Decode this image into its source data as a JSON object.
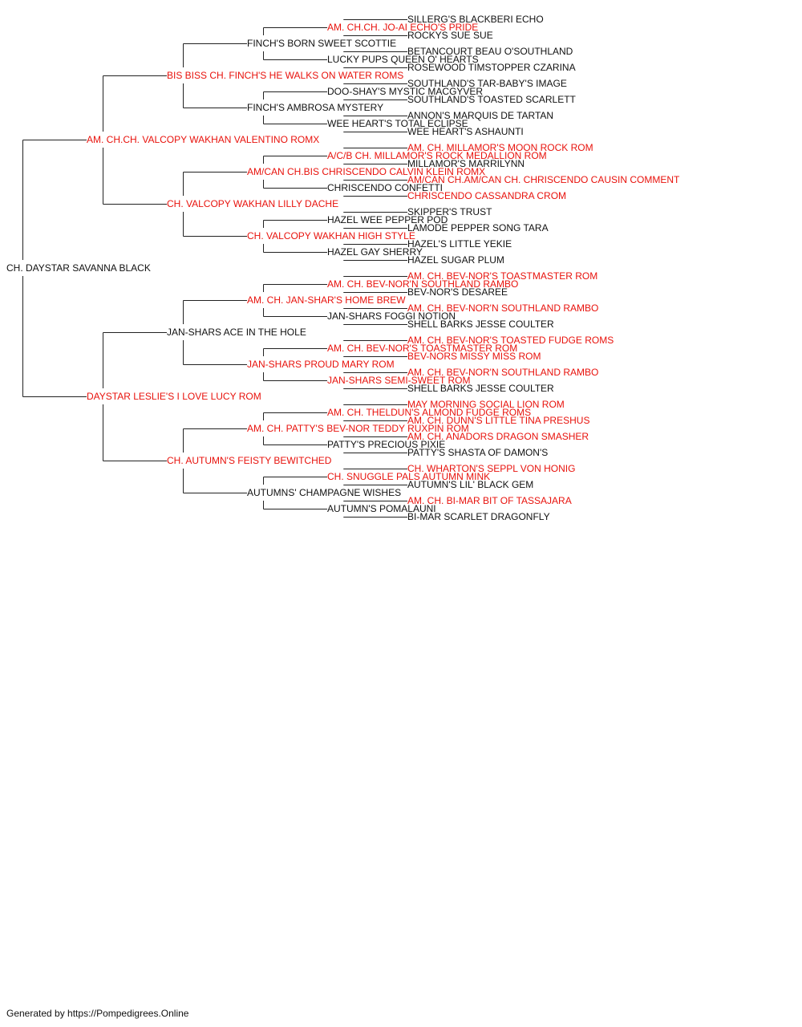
{
  "colors": {
    "champion": "#e8120c",
    "normal": "#111111",
    "line": "#222222"
  },
  "pedigree": {
    "name": "CH. DAYSTAR SAVANNA BLACK",
    "titled": false,
    "sire": {
      "name": "AM. CH.CH. VALCOPY WAKHAN VALENTINO ROMX",
      "titled": true,
      "sire": {
        "name": "BIS BISS CH. FINCH'S HE WALKS ON WATER ROMS",
        "titled": true,
        "sire": {
          "name": "FINCH'S BORN SWEET SCOTTIE",
          "titled": false,
          "sire": {
            "name": "AM. CH.CH. JO-AI ECHO'S PRIDE",
            "titled": true,
            "sire": {
              "name": "SILLERG'S BLACKBERI ECHO",
              "titled": false
            },
            "dam": {
              "name": "ROCKYS SUE SUE",
              "titled": false
            }
          },
          "dam": {
            "name": "LUCKY PUPS QUEEN O' HEARTS",
            "titled": false,
            "sire": {
              "name": "BETANCOURT BEAU O'SOUTHLAND",
              "titled": false
            },
            "dam": {
              "name": "ROSEWOOD TIMSTOPPER CZARINA",
              "titled": false
            }
          }
        },
        "dam": {
          "name": "FINCH'S AMBROSA MYSTERY",
          "titled": false,
          "sire": {
            "name": "DOO-SHAY'S MYSTIC MACGYVER",
            "titled": false,
            "sire": {
              "name": "SOUTHLAND'S TAR-BABY'S IMAGE",
              "titled": false
            },
            "dam": {
              "name": "SOUTHLAND'S TOASTED SCARLETT",
              "titled": false
            }
          },
          "dam": {
            "name": "WEE HEART'S TOTAL ECLIPSE",
            "titled": false,
            "sire": {
              "name": "ANNON'S MARQUIS DE TARTAN",
              "titled": false
            },
            "dam": {
              "name": "WEE HEART'S ASHAUNTI",
              "titled": false
            }
          }
        }
      },
      "dam": {
        "name": "CH. VALCOPY WAKHAN LILLY DACHE",
        "titled": true,
        "sire": {
          "name": "AM/CAN CH.BIS CHRISCENDO CALVIN KLEIN ROMX",
          "titled": true,
          "sire": {
            "name": "A/C/B CH. MILLAMOR'S ROCK MEDALLION ROM",
            "titled": true,
            "sire": {
              "name": "AM. CH. MILLAMOR'S MOON ROCK ROM",
              "titled": true
            },
            "dam": {
              "name": "MILLAMOR'S MARRILYNN",
              "titled": false
            }
          },
          "dam": {
            "name": "CHRISCENDO CONFETTI",
            "titled": false,
            "sire": {
              "name": "AM/CAN CH.AM/CAN CH. CHRISCENDO CAUSIN COMMENT",
              "titled": true
            },
            "dam": {
              "name": "CHRISCENDO CASSANDRA CROM",
              "titled": true
            }
          }
        },
        "dam": {
          "name": "CH. VALCOPY WAKHAN HIGH STYLE",
          "titled": true,
          "sire": {
            "name": "HAZEL WEE PEPPER POD",
            "titled": false,
            "sire": {
              "name": "SKIPPER'S TRUST",
              "titled": false
            },
            "dam": {
              "name": "LAMODE PEPPER SONG TARA",
              "titled": false
            }
          },
          "dam": {
            "name": "HAZEL GAY SHERRY",
            "titled": false,
            "sire": {
              "name": "HAZEL'S LITTLE YEKIE",
              "titled": false
            },
            "dam": {
              "name": "HAZEL SUGAR PLUM",
              "titled": false
            }
          }
        }
      }
    },
    "dam": {
      "name": "DAYSTAR LESLIE'S I LOVE LUCY ROM",
      "titled": true,
      "sire": {
        "name": "JAN-SHARS ACE IN THE HOLE",
        "titled": false,
        "sire": {
          "name": "AM. CH. JAN-SHAR'S HOME BREW",
          "titled": true,
          "sire": {
            "name": "AM. CH. BEV-NOR'N SOUTHLAND RAMBO",
            "titled": true,
            "sire": {
              "name": "AM. CH. BEV-NOR'S TOASTMASTER ROM",
              "titled": true
            },
            "dam": {
              "name": "BEV-NOR'S DESAREE",
              "titled": false
            }
          },
          "dam": {
            "name": "JAN-SHARS FOGGI NOTION",
            "titled": false,
            "sire": {
              "name": "AM. CH. BEV-NOR'N SOUTHLAND RAMBO",
              "titled": true
            },
            "dam": {
              "name": "SHELL BARKS JESSE COULTER",
              "titled": false
            }
          }
        },
        "dam": {
          "name": "JAN-SHARS PROUD MARY ROM",
          "titled": true,
          "sire": {
            "name": "AM. CH. BEV-NOR'S TOASTMASTER ROM",
            "titled": true,
            "sire": {
              "name": "AM. CH. BEV-NOR'S TOASTED FUDGE ROMS",
              "titled": true
            },
            "dam": {
              "name": "BEV-NORS MISSY MISS ROM",
              "titled": true
            }
          },
          "dam": {
            "name": "JAN-SHARS SEMI-SWEET ROM",
            "titled": true,
            "sire": {
              "name": "AM. CH. BEV-NOR'N SOUTHLAND RAMBO",
              "titled": true
            },
            "dam": {
              "name": "SHELL BARKS JESSE COULTER",
              "titled": false
            }
          }
        }
      },
      "dam": {
        "name": "CH. AUTUMN'S FEISTY BEWITCHED",
        "titled": true,
        "sire": {
          "name": "AM. CH. PATTY'S BEV-NOR TEDDY RUXPIN ROM",
          "titled": true,
          "sire": {
            "name": "AM. CH. THELDUN'S ALMOND FUDGE ROMS",
            "titled": true,
            "sire": {
              "name": "MAY MORNING SOCIAL LION ROM",
              "titled": true
            },
            "dam": {
              "name": "AM. CH. DUNN'S LITTLE TINA PRESHUS",
              "titled": true
            }
          },
          "dam": {
            "name": "PATTY'S PRECIOUS PIXIE",
            "titled": false,
            "sire": {
              "name": "AM. CH. ANADORS DRAGON SMASHER",
              "titled": true
            },
            "dam": {
              "name": "PATTY'S SHASTA OF DAMON'S",
              "titled": false
            }
          }
        },
        "dam": {
          "name": "AUTUMNS' CHAMPAGNE WISHES",
          "titled": false,
          "sire": {
            "name": "CH. SNUGGLE PALS AUTUMN MINK",
            "titled": true,
            "sire": {
              "name": "CH. WHARTON'S SEPPL VON HONIG",
              "titled": true
            },
            "dam": {
              "name": "AUTUMN'S LIL' BLACK GEM",
              "titled": false
            }
          },
          "dam": {
            "name": "AUTUMN'S POMALAUNI",
            "titled": false,
            "sire": {
              "name": "AM. CH. BI-MAR BIT OF TASSAJARA",
              "titled": true
            },
            "dam": {
              "name": "BI-MAR SCARLET DRAGONFLY",
              "titled": false
            }
          }
        }
      }
    }
  },
  "footer": {
    "text": "Generated by https://Pompedigrees.Online"
  }
}
